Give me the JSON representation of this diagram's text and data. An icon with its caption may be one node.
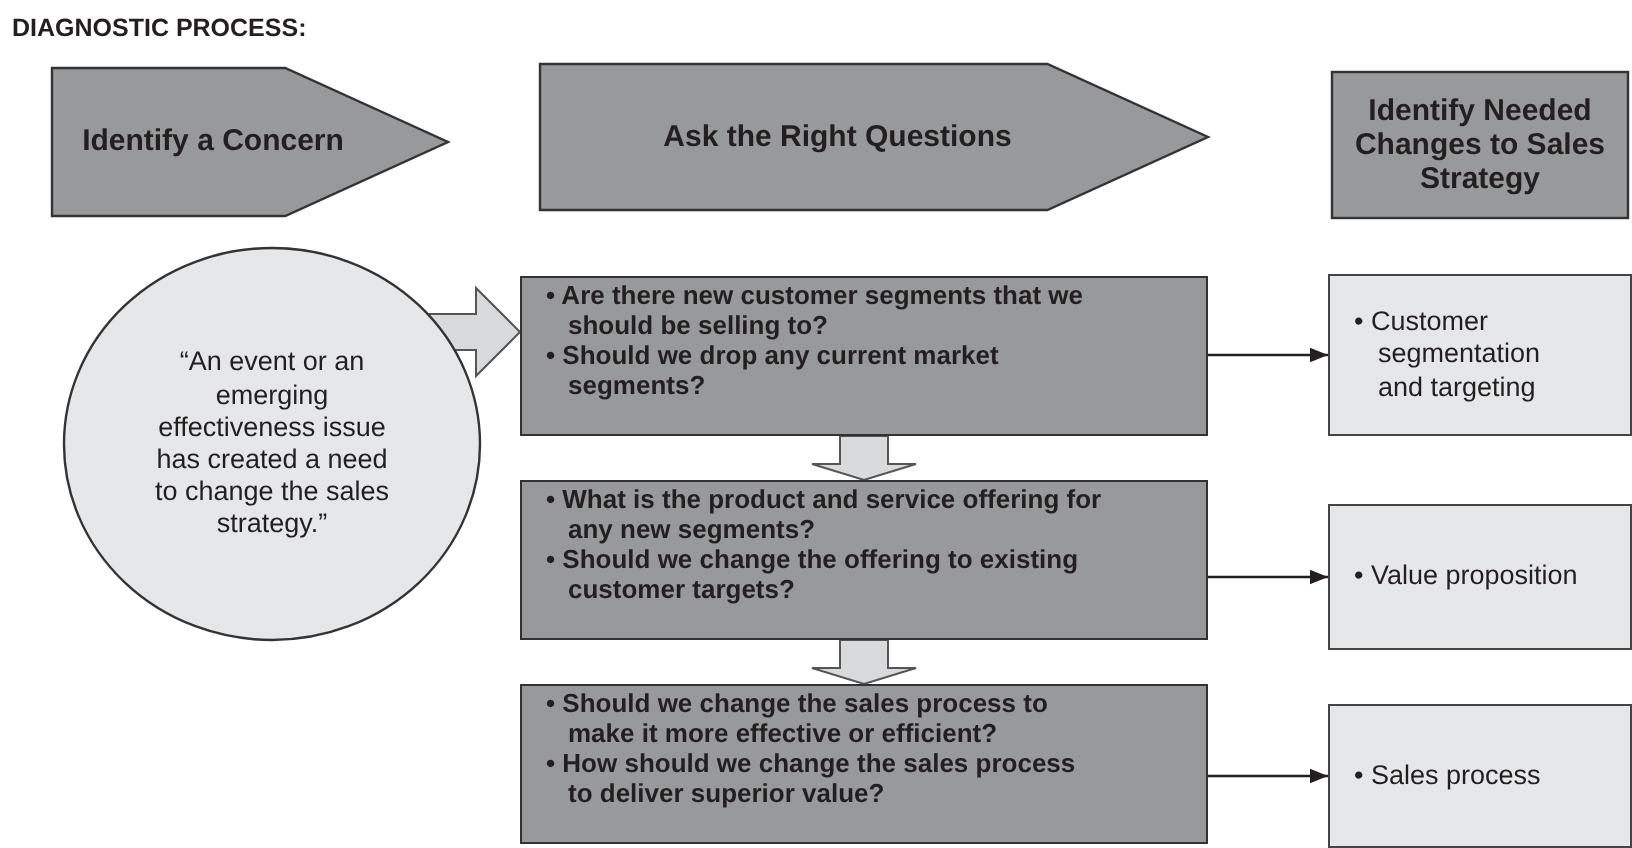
{
  "diagram": {
    "title": "DIAGNOSTIC PROCESS:",
    "nodes": [
      {
        "text": [
          "Identify a Concern"
        ]
      },
      {
        "text": [
          "Ask the Right Questions"
        ]
      },
      {
        "text": [
          "Identify Needed Changes to Sales Strategy"
        ]
      },
      {
        "text": [
          "“An event or an emerging effectiveness issue has created a need to change the sales strategy.”"
        ]
      },
      {
        "text": [
          "• Are there new customer segments that we should be selling to?",
          "• Should we drop any current market segments?"
        ]
      },
      {
        "text": [
          "• What is the product and service offering for any new segments?",
          "• Should we change the offering to existing customer targets?"
        ]
      },
      {
        "text": [
          "• Should we change the sales process to make it more effective or efficient?",
          "• How should we change the sales process to deliver superior value?"
        ]
      },
      {
        "text": [
          "• Customer segmentation and targeting"
        ]
      },
      {
        "text": [
          "• Value proposition"
        ]
      },
      {
        "text": [
          "• Sales process"
        ]
      }
    ],
    "edges": [
      {
        "from": 3,
        "to": 4,
        "arrow": "to",
        "style": "thick"
      },
      {
        "from": 4,
        "to": 5,
        "arrow": "to",
        "style": "thick"
      },
      {
        "from": 5,
        "to": 6,
        "arrow": "to",
        "style": "thick"
      },
      {
        "from": 4,
        "to": 7,
        "arrow": "to"
      },
      {
        "from": 5,
        "to": 8,
        "arrow": "to"
      },
      {
        "from": 6,
        "to": 9,
        "arrow": "to"
      }
    ]
  }
}
